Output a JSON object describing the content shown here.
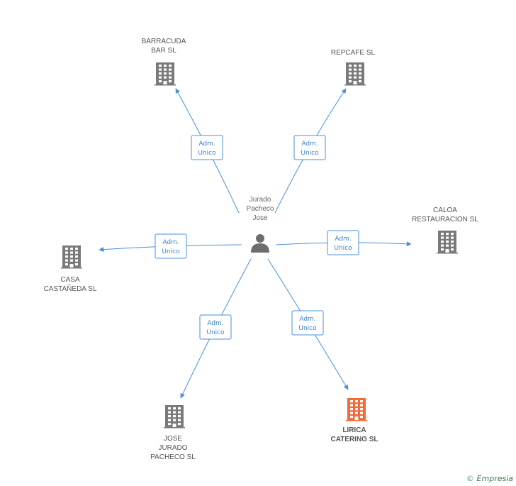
{
  "center": {
    "label": "Jurado\nPacheco\nJose",
    "icon": "person-icon"
  },
  "edge_label": {
    "line1": "Adm.",
    "line2": "Unico"
  },
  "nodes": [
    {
      "id": "barracuda",
      "label": "BARRACUDA\nBAR SL",
      "highlight": false,
      "icon": "building-icon"
    },
    {
      "id": "repcafe",
      "label": "REPCAFE SL",
      "highlight": false,
      "icon": "building-icon"
    },
    {
      "id": "caloa",
      "label": "CALOA\nRESTAURACION SL",
      "highlight": false,
      "icon": "building-icon"
    },
    {
      "id": "casa",
      "label": "CASA\nCASTAÑEDA SL",
      "highlight": false,
      "icon": "building-icon"
    },
    {
      "id": "jose",
      "label": "JOSE\nJURADO\nPACHECO SL",
      "highlight": false,
      "icon": "building-icon"
    },
    {
      "id": "lirica",
      "label": "LIRICA\nCATERING SL",
      "highlight": true,
      "icon": "building-icon"
    }
  ],
  "colors": {
    "edge": "#4a8fdb",
    "building": "#7a7a7a",
    "building_highlight": "#f06a3a",
    "person": "#6d6d6d"
  },
  "watermark": {
    "symbol": "©",
    "brand": "Empresia"
  }
}
